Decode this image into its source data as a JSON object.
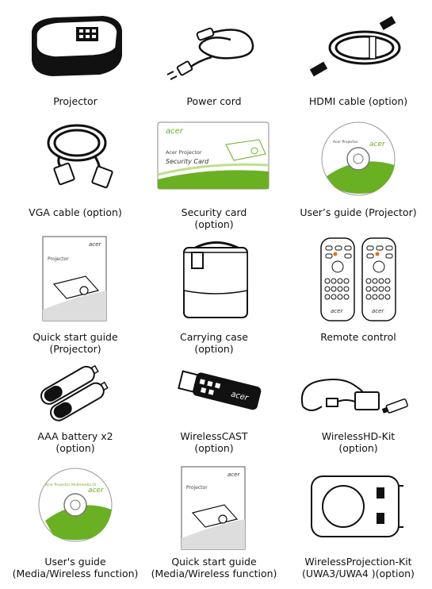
{
  "items": [
    {
      "line1": "Projector",
      "line2": ""
    },
    {
      "line1": "Power cord",
      "line2": ""
    },
    {
      "line1": "HDMI cable (option)",
      "line2": ""
    },
    {
      "line1": "VGA cable (option)",
      "line2": ""
    },
    {
      "line1": "Security card",
      "line2": "(option)"
    },
    {
      "line1": "User’s guide (Projector)",
      "line2": ""
    },
    {
      "line1": "Quick start guide",
      "line2": "(Projector)"
    },
    {
      "line1": "Carrying case",
      "line2": "(option)"
    },
    {
      "line1": "Remote control",
      "line2": ""
    },
    {
      "line1": "AAA battery x2",
      "line2": "(option)"
    },
    {
      "line1": "WirelessCAST",
      "line2": "(option)"
    },
    {
      "line1": "WirelessHD-Kit",
      "line2": "(option)"
    },
    {
      "line1": "User's guide",
      "line2": "(Media/Wireless function)"
    },
    {
      "line1": "Quick start guide",
      "line2": "(Media/Wireless function)"
    },
    {
      "line1": "WirelessProjection-Kit",
      "line2": "(UWA3/UWA4 )(option)"
    }
  ],
  "graphics": {
    "brand": "acer",
    "security_card_line1": "Acer Projector",
    "security_card_line2": "Security Card",
    "guide_label": "Acer Projector",
    "qsg_label": "Projector",
    "media_guide_label": "Acer Projector Multimedia OI"
  },
  "colors": {
    "acer_green": "#6ab023",
    "line": "#222222"
  }
}
